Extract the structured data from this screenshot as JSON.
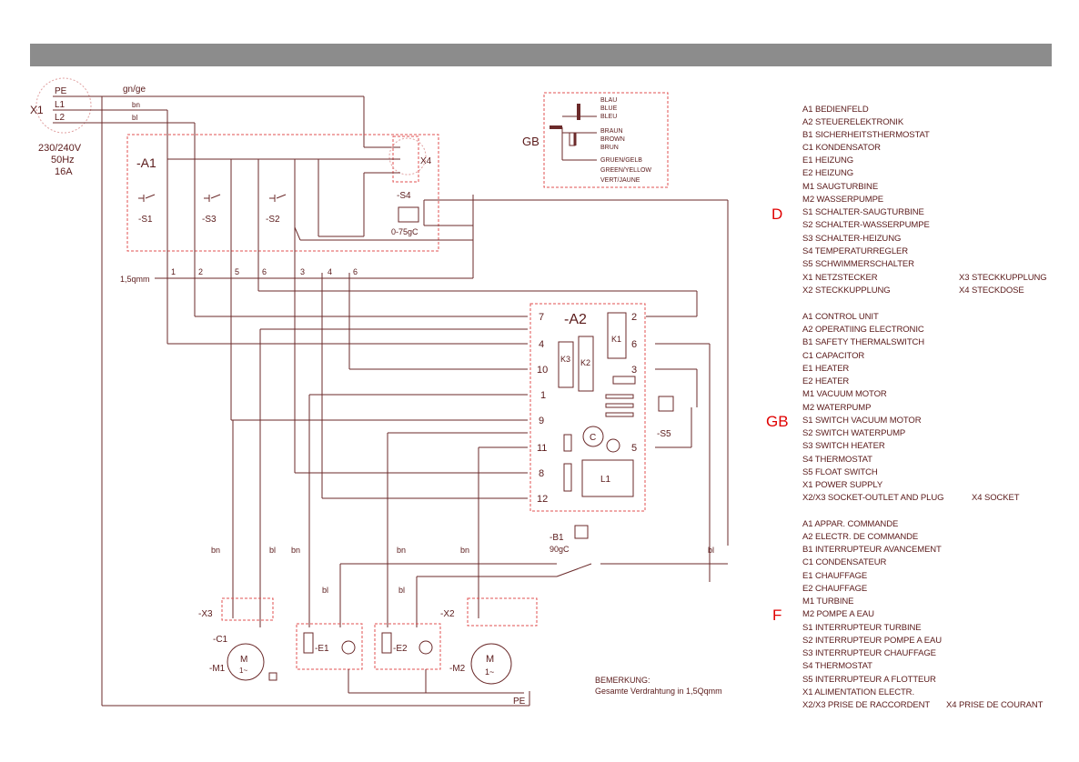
{
  "diagram": {
    "x1_label": "X1",
    "pe": "PE",
    "l1": "L1",
    "l2": "L2",
    "gnge": "gn/ge",
    "bn": "bn",
    "bl": "bl",
    "supply_voltage": "230/240V",
    "supply_freq": "50Hz",
    "supply_current": "16A",
    "a1": "-A1",
    "a2": "-A2",
    "x4": "X4",
    "s1": "-S1",
    "s3": "-S3",
    "s2": "-S2",
    "s4": "-S4",
    "s5": "-S5",
    "b1": "-B1",
    "b1_temp": "90gC",
    "s4_range": "0-75gC",
    "x3": "-X3",
    "x2": "-X2",
    "c1": "-C1",
    "m1": "-M1",
    "m2": "-M2",
    "e1": "-E1",
    "e2": "-E2",
    "gauge": "1,5qmm",
    "wire_numbers": [
      "1",
      "2",
      "5",
      "6",
      "3",
      "4",
      "6"
    ],
    "a2_left_terminals": [
      "7",
      "4",
      "10",
      "1",
      "9",
      "11",
      "8",
      "12"
    ],
    "a2_right_terminals": [
      "2",
      "6",
      "3",
      "5"
    ],
    "k1": "K1",
    "k2": "K2",
    "k3": "K3",
    "c": "C",
    "l1_coil": "L1",
    "motor_m": "M",
    "motor_phase": "1~",
    "pe_bottom": "PE",
    "remark_title": "BEMERKUNG:",
    "remark_text": "Gesamte Verdrahtung in 1,5Qqmm",
    "gb_label": "GB",
    "colors": {
      "blau": "BLAU",
      "blue": "BLUE",
      "bleu": "BLEU",
      "braun": "BRAUN",
      "brown": "BROWN",
      "brun": "BRUN",
      "gruen": "GRUEN/GELB",
      "green": "GREEN/YELLOW",
      "vert": "VERT/JAUNE"
    }
  },
  "legend": {
    "d_label": "D",
    "gb_label": "GB",
    "f_label": "F",
    "d_items": [
      "A1 BEDIENFELD",
      "A2 STEUERELEKTRONIK",
      "B1 SICHERHEITSTHERMOSTAT",
      "C1 KONDENSATOR",
      "E1 HEIZUNG",
      "E2 HEIZUNG",
      "M1 SAUGTURBINE",
      "M2 WASSERPUMPE",
      "S1 SCHALTER-SAUGTURBINE",
      "S2 SCHALTER-WASSERPUMPE",
      "S3 SCHALTER-HEIZUNG",
      "S4 TEMPERATURREGLER",
      "S5 SCHWIMMERSCHALTER",
      "X1 NETZSTECKER",
      "X2 STECKKUPPLUNG"
    ],
    "d_extra_1": "X3 STECKKUPPLUNG",
    "d_extra_2": "X4 STECKDOSE",
    "gb_items": [
      "A1 CONTROL UNIT",
      "A2 OPERATIING ELECTRONIC",
      "B1 SAFETY THERMALSWITCH",
      "C1 CAPACITOR",
      "E1 HEATER",
      "E2 HEATER",
      "M1 VACUUM MOTOR",
      "M2 WATERPUMP",
      "S1 SWITCH VACUUM MOTOR",
      "S2 SWITCH WATERPUMP",
      "S3 SWITCH HEATER",
      "S4 THERMOSTAT",
      "S5 FLOAT SWITCH",
      "X1 POWER SUPPLY",
      "X2/X3 SOCKET-OUTLET AND PLUG"
    ],
    "gb_extra": "X4 SOCKET",
    "f_items": [
      "A1 APPAR. COMMANDE",
      "A2 ELECTR. DE COMMANDE",
      "B1 INTERRUPTEUR AVANCEMENT",
      "C1 CONDENSATEUR",
      "E1 CHAUFFAGE",
      "E2 CHAUFFAGE",
      "M1 TURBINE",
      "M2 POMPE A EAU",
      "S1 INTERRUPTEUR TURBINE",
      "S2 INTERRUPTEUR POMPE A EAU",
      "S3 INTERRUPTEUR CHAUFFAGE",
      "S4 THERMOSTAT",
      "S5 INTERRUPTEUR A FLOTTEUR",
      "X1 ALIMENTATION ELECTR.",
      "X2/X3 PRISE DE RACCORDENT"
    ],
    "f_extra": "X4 PRISE DE COURANT"
  }
}
